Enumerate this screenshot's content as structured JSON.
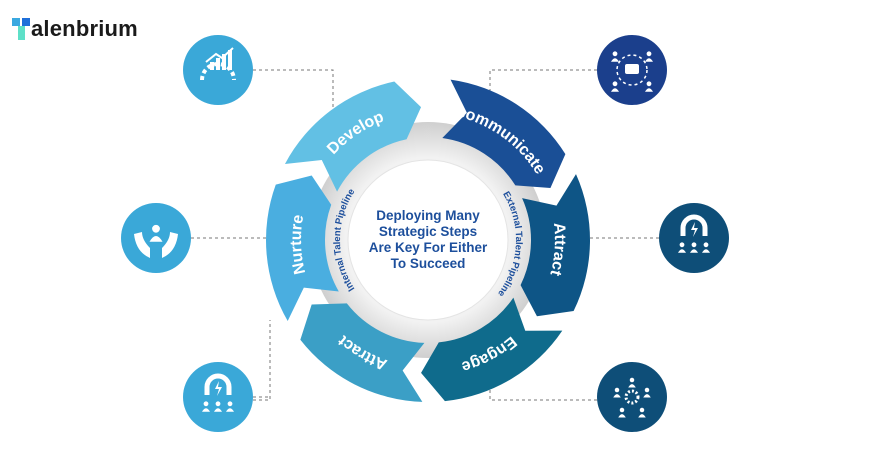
{
  "logo": {
    "text": "alenbrium",
    "full_name": "Talenbrium"
  },
  "center": {
    "lines": [
      "Deploying Many",
      "Strategic Steps",
      "Are Key For Either",
      "To Succeed"
    ]
  },
  "pipelines": {
    "internal": "Internal Talent Pipeline",
    "external": "External Talent Pipeline"
  },
  "segments": [
    {
      "label": "communicate",
      "color": "#1a4f96"
    },
    {
      "label": "Attract",
      "color": "#0e5586"
    },
    {
      "label": "Engage",
      "color": "#0f6b8c"
    },
    {
      "label": "Attract",
      "color": "#3b9fc6"
    },
    {
      "label": "Nurture",
      "color": "#4aaee0"
    },
    {
      "label": "Develop",
      "color": "#62c0e4"
    }
  ],
  "icons": [
    {
      "name": "growth-chart-gear-icon",
      "color": "#3aa8d8"
    },
    {
      "name": "team-communication-icon",
      "color": "#1b3f8c"
    },
    {
      "name": "caring-hands-person-icon",
      "color": "#3aa8d8"
    },
    {
      "name": "magnet-attract-people-icon",
      "color": "#0e4e78"
    },
    {
      "name": "magnet-attract-people-icon",
      "color": "#3aa8d8"
    },
    {
      "name": "network-engage-people-icon",
      "color": "#0e4e78"
    }
  ],
  "colors": {
    "center_text": "#1d4f9c",
    "ring_gray": "#d9d9d9",
    "connector": "#777777"
  }
}
